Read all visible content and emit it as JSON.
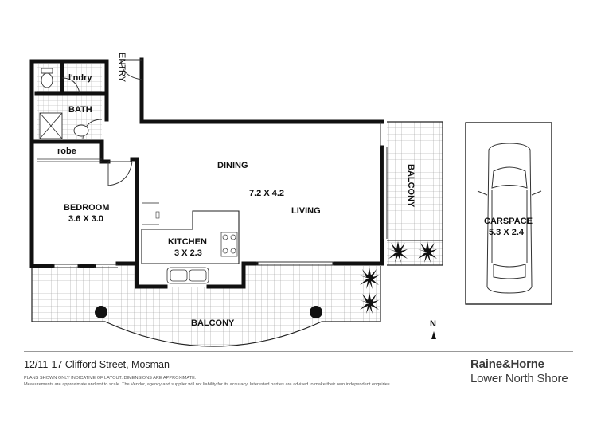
{
  "rooms": {
    "entry": "ENTRY",
    "laundry": "l'ndry",
    "bath": "BATH",
    "robe": "robe",
    "bedroom": "BEDROOM",
    "bedroom_size": "3.6 X 3.0",
    "dining": "DINING",
    "living_size": "7.2 X 4.2",
    "living": "LIVING",
    "kitchen": "KITCHEN",
    "kitchen_size": "3 X 2.3",
    "balcony_side": "BALCONY",
    "balcony_front": "BALCONY",
    "carspace": "CARSPACE",
    "carspace_size": "5.3 X 2.4",
    "north": "N"
  },
  "footer": {
    "address": "12/11-17 Clifford Street, Mosman",
    "disclaimer_1": "PLANS SHOWN ONLY INDICATIVE OF LAYOUT. DIMENSIONS ARE APPROXIMATE.",
    "disclaimer_2": "Measurements are approximate and not to scale. The Vendor, agency and supplier will not liability for its accuracy. Interested parties are advised to make their own independent enquiries.",
    "brand_line1": "Raine&Horne",
    "brand_line2": "Lower North Shore"
  }
}
